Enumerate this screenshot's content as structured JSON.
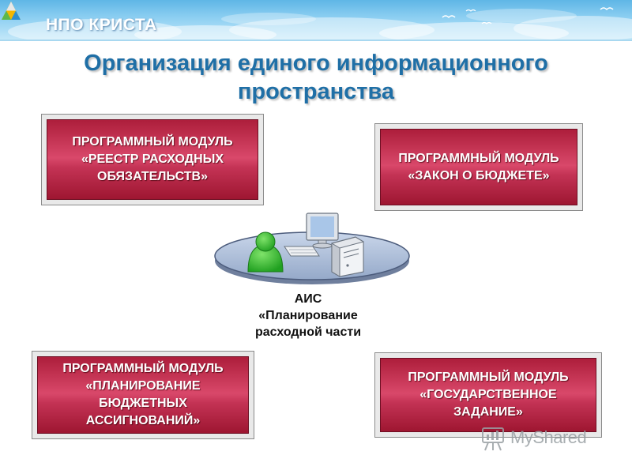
{
  "header": {
    "brand": "НПО КРИСТА",
    "logo_icon": "krista-triangle-logo-icon",
    "background_color": "#8fd0f2"
  },
  "title": {
    "line1": "Организация единого информационного",
    "line2": "пространства",
    "color": "#1f6fa6"
  },
  "modules": [
    {
      "line1": "ПРОГРАММНЫЙ МОДУЛЬ",
      "line2": "«РЕЕСТР РАСХОДНЫХ",
      "line3": "ОБЯЗАТЕЛЬСТВ»"
    },
    {
      "line1": "ПРОГРАММНЫЙ МОДУЛЬ",
      "line2": "«ЗАКОН О БЮДЖЕТЕ»"
    },
    {
      "line1": "ПРОГРАММНЫЙ МОДУЛЬ",
      "line2": "«ПЛАНИРОВАНИЕ",
      "line3": "БЮДЖЕТНЫХ",
      "line4": "АССИГНОВАНИЙ»"
    },
    {
      "line1": "ПРОГРАММНЫЙ МОДУЛЬ",
      "line2": "«ГОСУДАРСТВЕННОЕ",
      "line3": "ЗАДАНИЕ»"
    }
  ],
  "module_color": "#c43355",
  "ais": {
    "line1": "АИС",
    "line2": "«Планирование",
    "line3": "расходной части",
    "icons": [
      "workstation-table-icon",
      "user-icon",
      "monitor-icon",
      "keyboard-icon",
      "system-unit-icon"
    ]
  },
  "watermark": {
    "text": "MyShared",
    "icon": "myshared-logo-icon"
  }
}
